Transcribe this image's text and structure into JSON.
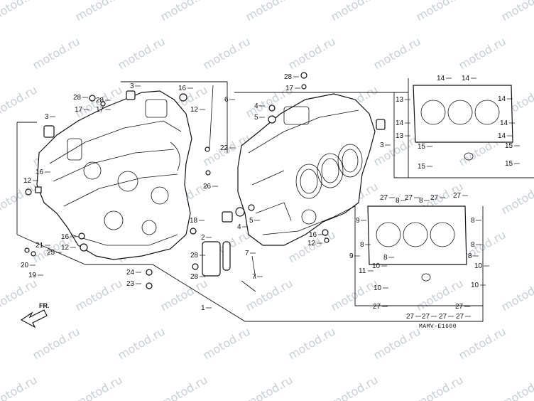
{
  "diagram": {
    "drawing_code": "MAMV-E1600",
    "direction_label": "FR.",
    "watermark_text": "motod.ru",
    "callouts": [
      {
        "id": "c1",
        "text": "1"
      },
      {
        "id": "c2",
        "text": "2"
      },
      {
        "id": "c3a",
        "text": "3"
      },
      {
        "id": "c3b",
        "text": "3"
      },
      {
        "id": "c3c",
        "text": "3"
      },
      {
        "id": "c4a",
        "text": "4"
      },
      {
        "id": "c4b",
        "text": "4"
      },
      {
        "id": "c5a",
        "text": "5"
      },
      {
        "id": "c5b",
        "text": "5"
      },
      {
        "id": "c6",
        "text": "6"
      },
      {
        "id": "c7a",
        "text": "7"
      },
      {
        "id": "c7b",
        "text": "7"
      },
      {
        "id": "c8a",
        "text": "8"
      },
      {
        "id": "c8b",
        "text": "8"
      },
      {
        "id": "c8c",
        "text": "8"
      },
      {
        "id": "c8d",
        "text": "8"
      },
      {
        "id": "c8e",
        "text": "8"
      },
      {
        "id": "c8f",
        "text": "8"
      },
      {
        "id": "c8g",
        "text": "8"
      },
      {
        "id": "c9a",
        "text": "9"
      },
      {
        "id": "c9b",
        "text": "9"
      },
      {
        "id": "c10a",
        "text": "10"
      },
      {
        "id": "c10b",
        "text": "10"
      },
      {
        "id": "c10c",
        "text": "10"
      },
      {
        "id": "c10d",
        "text": "10"
      },
      {
        "id": "c11",
        "text": "11"
      },
      {
        "id": "c12a",
        "text": "12"
      },
      {
        "id": "c12b",
        "text": "12"
      },
      {
        "id": "c12c",
        "text": "12"
      },
      {
        "id": "c12d",
        "text": "12"
      },
      {
        "id": "c13a",
        "text": "13"
      },
      {
        "id": "c13b",
        "text": "13"
      },
      {
        "id": "c14a",
        "text": "14"
      },
      {
        "id": "c14b",
        "text": "14"
      },
      {
        "id": "c14c",
        "text": "14"
      },
      {
        "id": "c14d",
        "text": "14"
      },
      {
        "id": "c14e",
        "text": "14"
      },
      {
        "id": "c14f",
        "text": "14"
      },
      {
        "id": "c15a",
        "text": "15"
      },
      {
        "id": "c15b",
        "text": "15"
      },
      {
        "id": "c15c",
        "text": "15"
      },
      {
        "id": "c15d",
        "text": "15"
      },
      {
        "id": "c16a",
        "text": "16"
      },
      {
        "id": "c16b",
        "text": "16"
      },
      {
        "id": "c16c",
        "text": "16"
      },
      {
        "id": "c16d",
        "text": "16"
      },
      {
        "id": "c17a",
        "text": "17"
      },
      {
        "id": "c17b",
        "text": "17"
      },
      {
        "id": "c17c",
        "text": "17"
      },
      {
        "id": "c18",
        "text": "18"
      },
      {
        "id": "c19",
        "text": "19"
      },
      {
        "id": "c20",
        "text": "20"
      },
      {
        "id": "c21",
        "text": "21"
      },
      {
        "id": "c22",
        "text": "22"
      },
      {
        "id": "c23",
        "text": "23"
      },
      {
        "id": "c24",
        "text": "24"
      },
      {
        "id": "c25",
        "text": "25"
      },
      {
        "id": "c26",
        "text": "26"
      },
      {
        "id": "c27a",
        "text": "27"
      },
      {
        "id": "c27b",
        "text": "27"
      },
      {
        "id": "c27c",
        "text": "27"
      },
      {
        "id": "c27d",
        "text": "27"
      },
      {
        "id": "c27e",
        "text": "27"
      },
      {
        "id": "c27f",
        "text": "27"
      },
      {
        "id": "c27g",
        "text": "27"
      },
      {
        "id": "c27h",
        "text": "27"
      },
      {
        "id": "c27i",
        "text": "27"
      },
      {
        "id": "c27j",
        "text": "27"
      },
      {
        "id": "c28a",
        "text": "28"
      },
      {
        "id": "c28b",
        "text": "28"
      },
      {
        "id": "c28c",
        "text": "28"
      },
      {
        "id": "c28d",
        "text": "28"
      },
      {
        "id": "c28e",
        "text": "28"
      }
    ]
  }
}
